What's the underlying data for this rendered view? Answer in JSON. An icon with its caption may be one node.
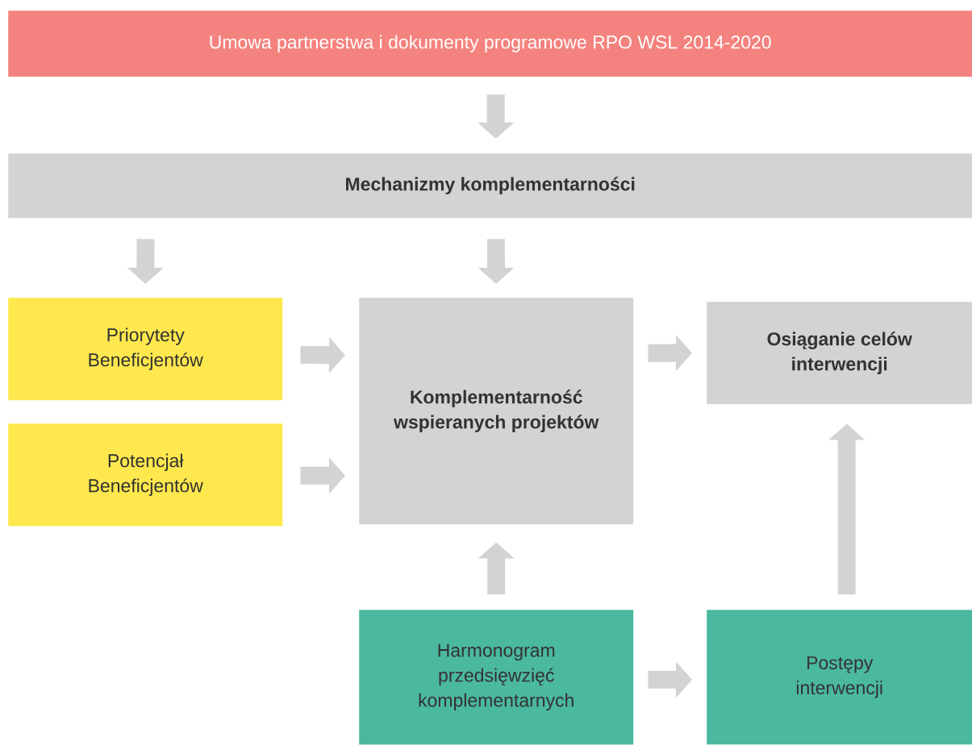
{
  "diagram": {
    "nodes": [
      {
        "text": [
          "Umowa partnerstwa i dokumenty programowe RPO WSL 2014-2020"
        ]
      },
      {
        "text": [
          "Mechanizmy komplementarności"
        ]
      },
      {
        "text": [
          "Priorytety Beneficjentów"
        ]
      },
      {
        "text": [
          "Potencjał Beneficjentów"
        ]
      },
      {
        "text": [
          "Komplementarność wspieranych projektów"
        ]
      },
      {
        "text": [
          "Osiąganie celów interwencji"
        ]
      },
      {
        "text": [
          "Harmonogram przedsięwzięć komplementarnych"
        ]
      },
      {
        "text": [
          "Postępy interwencji"
        ]
      }
    ],
    "edges": [
      {
        "from": 0,
        "to": 1,
        "arrow": "to"
      },
      {
        "from": 1,
        "to": 2,
        "arrow": "to"
      },
      {
        "from": 1,
        "to": 4,
        "arrow": "to"
      },
      {
        "from": 2,
        "to": 4,
        "arrow": "to"
      },
      {
        "from": 3,
        "to": 4,
        "arrow": "to"
      },
      {
        "from": 4,
        "to": 5,
        "arrow": "to"
      },
      {
        "from": 6,
        "to": 4,
        "arrow": "to"
      },
      {
        "from": 6,
        "to": 7,
        "arrow": "to"
      },
      {
        "from": 7,
        "to": 5,
        "arrow": "to"
      }
    ]
  }
}
